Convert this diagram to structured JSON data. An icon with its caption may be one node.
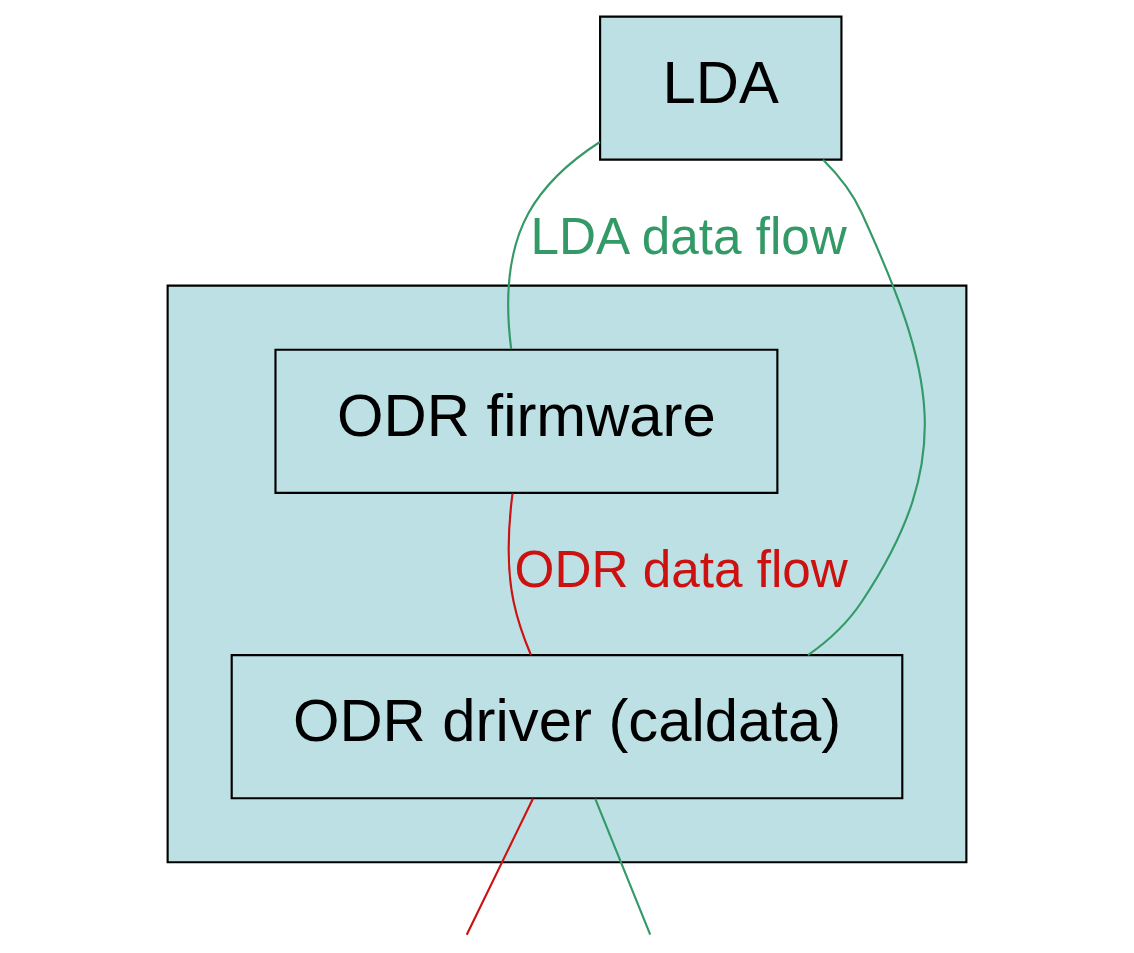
{
  "diagram": {
    "nodes": [
      {
        "text": [
          "LDA"
        ]
      },
      {
        "text": [],
        "shape": "box"
      },
      {
        "text": [
          "ODR firmware"
        ],
        "in": 1
      },
      {
        "text": [
          "ODR driver (caldata)"
        ],
        "in": 1
      }
    ],
    "edges": [
      {
        "from": 0,
        "to": 2,
        "arrow": "none",
        "label": "LDA data flow"
      },
      {
        "from": 0,
        "to": 3,
        "arrow": "none"
      },
      {
        "from": 2,
        "to": 3,
        "arrow": "none",
        "label": "ODR data flow",
        "color": "#cc1111"
      },
      {
        "from": 3,
        "to": null,
        "arrow": "none",
        "color": "#cc1111"
      },
      {
        "from": 3,
        "to": null,
        "arrow": "none",
        "color": "#339966"
      }
    ]
  }
}
